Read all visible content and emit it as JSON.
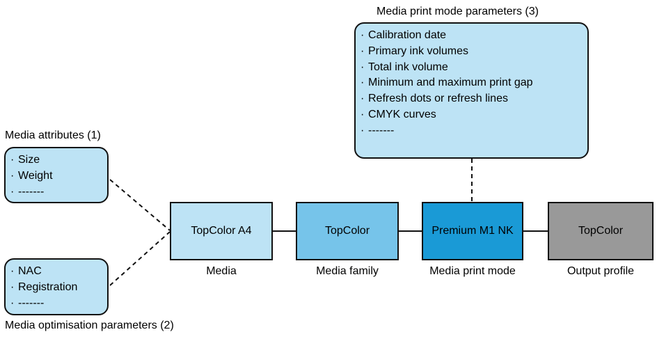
{
  "media_attributes": {
    "title": "Media attributes (1)",
    "items": [
      "Size",
      "Weight",
      "-------"
    ]
  },
  "media_optimisation": {
    "title": "Media optimisation parameters (2)",
    "items": [
      "NAC",
      "Registration",
      "-------"
    ]
  },
  "media_print_mode_params": {
    "title": "Media print mode parameters (3)",
    "items": [
      "Calibration date",
      "Primary ink volumes",
      "Total ink volume",
      "Minimum and maximum print gap",
      "Refresh dots or refresh lines",
      "CMYK curves",
      "-------"
    ]
  },
  "bullet": "·",
  "chain": [
    {
      "value": "TopColor A4",
      "label": "Media",
      "fill": "#bde3f5"
    },
    {
      "value": "TopColor",
      "label": "Media family",
      "fill": "#76c4ea"
    },
    {
      "value": "Premium M1 NK",
      "label": "Media print mode",
      "fill": "#1a9ad6"
    },
    {
      "value": "TopColor",
      "label": "Output profile",
      "fill": "#999999"
    }
  ],
  "connector_colors": {
    "line": "#111111"
  }
}
